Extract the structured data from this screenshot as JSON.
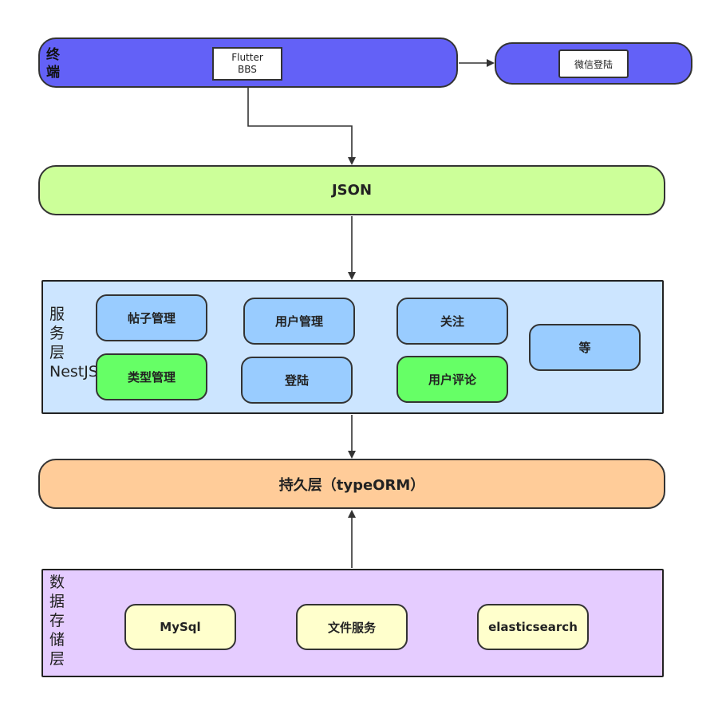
{
  "terminal": {
    "label": "终\n端",
    "flutter_label": "Flutter\nBBS",
    "wechat_label": "微信登陆"
  },
  "json_layer": {
    "label": "JSON"
  },
  "service_layer": {
    "label": "服\n务\n层\nNestJS",
    "modules": [
      {
        "label": "帖子管理",
        "color": "#99ccff"
      },
      {
        "label": "用户管理",
        "color": "#99ccff"
      },
      {
        "label": "关注",
        "color": "#99ccff"
      },
      {
        "label": "等",
        "color": "#99ccff"
      },
      {
        "label": "类型管理",
        "color": "#66ff66"
      },
      {
        "label": "登陆",
        "color": "#99ccff"
      },
      {
        "label": "用户评论",
        "color": "#66ff66"
      }
    ]
  },
  "persistence_layer": {
    "label": "持久层（typeORM）"
  },
  "data_layer": {
    "label": "数\n据\n存\n储\n层",
    "stores": [
      {
        "label": "MySql"
      },
      {
        "label": "文件服务"
      },
      {
        "label": "elasticsearch"
      }
    ]
  },
  "colors": {
    "terminal": "#6361f7",
    "json": "#ccff99",
    "service": "#cce5ff",
    "persistence": "#ffcc99",
    "data": "#e5ccff",
    "store": "#ffffcc"
  }
}
